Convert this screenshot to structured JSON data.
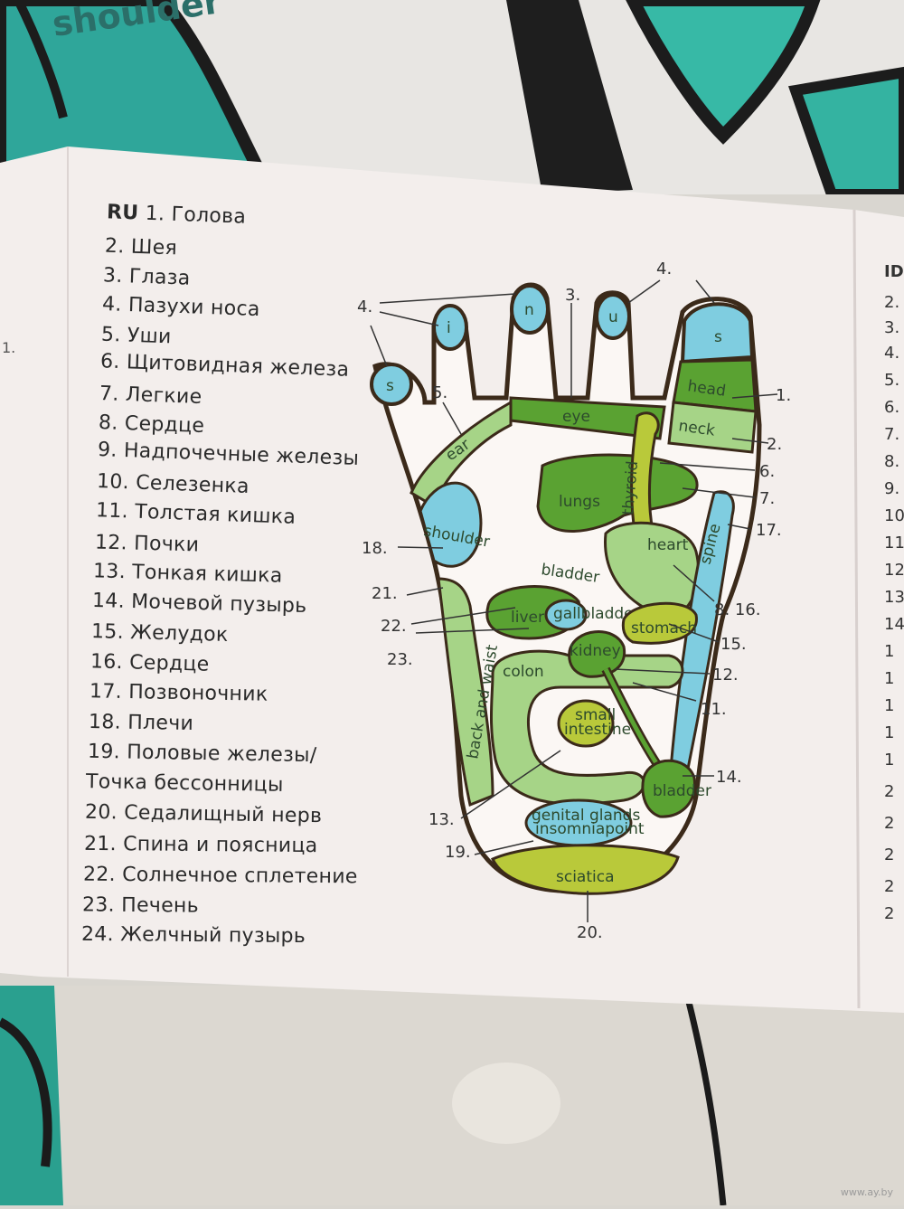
{
  "background_print_text": "shoulder",
  "legend": {
    "lang_code": "RU",
    "items": [
      "1. Голова",
      "2. Шея",
      "3. Глаза",
      "4. Пазухи носа",
      "5. Уши",
      "6. Щитовидная железа",
      "7. Легкие",
      "8. Сердце",
      "9. Надпочечные железы",
      "10. Селезенка",
      "11. Толстая кишка",
      "12. Почки",
      "13. Тонкая кишка",
      "14. Мочевой пузырь",
      "15. Желудок",
      "16. Сердце",
      "17. Позвоночник",
      "18. Плечи",
      "19. Половые железы/",
      "Точка бессонницы",
      "20. Седалищный нерв",
      "21. Спина и поясница",
      "22. Солнечное сплетение",
      "23. Печень",
      "24. Желчный пузырь"
    ]
  },
  "diagram": {
    "toe_letters": [
      "s",
      "i",
      "n",
      "u",
      "s"
    ],
    "zones": {
      "head": "head",
      "neck": "neck",
      "eye": "eye",
      "ear": "ear",
      "shoulder": "shoulder",
      "lungs": "lungs",
      "thyroid": "thyroid",
      "heart": "heart",
      "spine": "spine",
      "bladder_top": "bladder",
      "liver": "liver",
      "gallbladder": "gallbladder",
      "stomach": "stomach",
      "kidney": "kidney",
      "colon": "colon",
      "back_and_waist": "back and waist",
      "small_intestine_1": "small",
      "small_intestine_2": "intestine",
      "bladder_bottom": "bladder",
      "genital_1": "genital glands",
      "genital_2": "insomniapoint",
      "sciatica": "sciatica"
    },
    "callouts": {
      "c1": "1.",
      "c2": "2.",
      "c3": "3.",
      "c4a": "4.",
      "c4b": "4.",
      "c5": "5.",
      "c6": "6.",
      "c7": "7.",
      "c8_16": "8. 16.",
      "c11": "11.",
      "c12": "12.",
      "c13": "13.",
      "c14": "14.",
      "c15": "15.",
      "c17": "17.",
      "c18": "18.",
      "c19": "19.",
      "c20": "20.",
      "c21": "21.",
      "c22": "22.",
      "c23": "23."
    }
  },
  "right_column_partial": [
    "ID",
    "2.",
    "3.",
    "4.",
    "5.",
    "6.",
    "7.",
    "8.",
    "9.",
    "10",
    "11",
    "12",
    "13",
    "14",
    "1",
    "1",
    "1",
    "1",
    "1",
    "2",
    "2",
    "2",
    "2",
    "2"
  ],
  "left_edge_mark": "1.",
  "watermark": "www.ay.by",
  "colors": {
    "dark_green": "#5aa232",
    "light_green": "#a6d487",
    "olive": "#b9c93a",
    "blue": "#7fcde0",
    "outline": "#3b2a1a",
    "paper": "#f4efee"
  }
}
